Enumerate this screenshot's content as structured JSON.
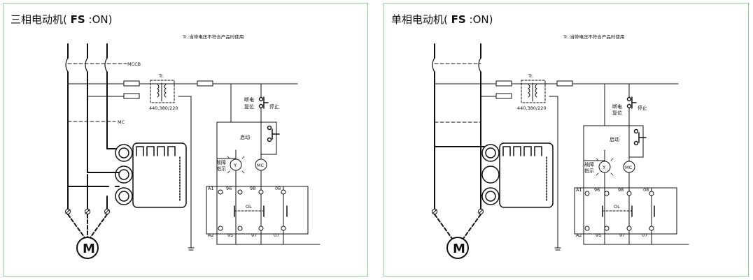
{
  "panels": [
    {
      "title_prefix": "三相电动机",
      "title_fs": "FS",
      "title_on": "ON",
      "note": "Tr.:当带电压不符合产品时使用",
      "mccb": "MCCB",
      "mc": "MC",
      "tr": "Tr.",
      "voltage": "440,380/220",
      "reset": [
        "断电",
        "复位"
      ],
      "stop": "停止",
      "start": "启动",
      "fault": [
        "故障",
        "指示"
      ],
      "lamp": "Y",
      "coil": "MC",
      "ol": "OL",
      "terminals_top": [
        "A1",
        "96",
        "98",
        "08"
      ],
      "terminals_bot": [
        "A2",
        "95",
        "97",
        "07"
      ],
      "motor": "M"
    },
    {
      "title_prefix": "单相电动机",
      "title_fs": "FS",
      "title_on": "ON",
      "note": "Tr.:当带电压不符合产品时使用",
      "tr": "Tr.",
      "voltage": "440,380/220",
      "reset": [
        "断电",
        "复位"
      ],
      "stop": "停止",
      "start": "启动",
      "fault": [
        "故障",
        "指示"
      ],
      "lamp": "Y",
      "coil": "MC",
      "ol": "OL",
      "terminals_top": [
        "A1",
        "96",
        "98",
        "08"
      ],
      "terminals_bot": [
        "A2",
        "95",
        "97",
        "07"
      ],
      "motor": "M"
    }
  ]
}
